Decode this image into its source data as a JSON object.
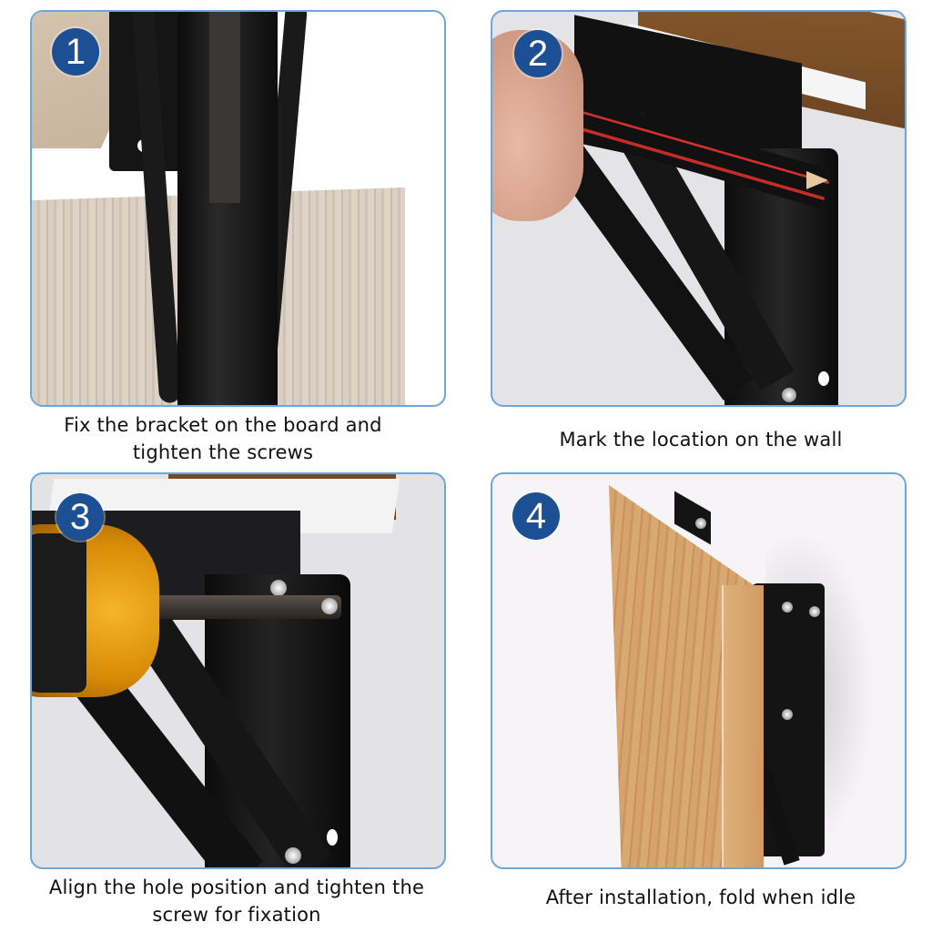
{
  "theme": {
    "panel_border": "#6fa6d8",
    "badge_color": "#1c4f93",
    "badge_text": "#ffffff",
    "caption_color": "#111111",
    "background": "#ffffff"
  },
  "steps": [
    {
      "number": "1",
      "caption_line1": "Fix the bracket on the board and",
      "caption_line2": "tighten the screws",
      "image_description": "Folding black bracket being attached to a light wood board"
    },
    {
      "number": "2",
      "caption_line1": "Mark the location on the wall",
      "caption_line2": "",
      "image_description": "Hand holding a red and black pencil marking hole position on wall behind mounted bracket"
    },
    {
      "number": "3",
      "caption_line1": "Align the hole position and tighten the",
      "caption_line2": "screw for fixation",
      "image_description": "Yellow screwdriver driving screw into bracket mounted under a wooden shelf"
    },
    {
      "number": "4",
      "caption_line1": "After installation, fold when idle",
      "caption_line2": "",
      "image_description": "Wooden shelf folded down flat against wall on black bracket"
    }
  ]
}
